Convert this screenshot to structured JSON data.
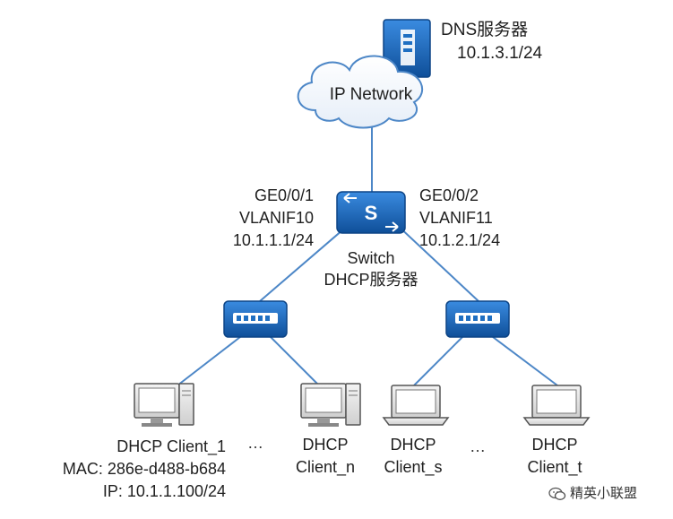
{
  "dns": {
    "title": "DNS服务器",
    "ip": "10.1.3.1/24"
  },
  "cloud": {
    "label": "IP Network"
  },
  "switch": {
    "name": "Switch",
    "role": "DHCP服务器",
    "symbol": "S"
  },
  "left_port": {
    "port": "GE0/0/1",
    "vlan": "VLANIF10",
    "ip": "10.1.1.1/24"
  },
  "right_port": {
    "port": "GE0/0/2",
    "vlan": "VLANIF11",
    "ip": "10.1.2.1/24"
  },
  "clients": {
    "c1": {
      "name": "DHCP Client_1",
      "mac": "MAC: 286e-d488-b684",
      "ip": "IP: 10.1.1.100/24"
    },
    "cn": {
      "line1": "DHCP",
      "line2": "Client_n"
    },
    "cs": {
      "line1": "DHCP",
      "line2": "Client_s"
    },
    "ct": {
      "line1": "DHCP",
      "line2": "Client_t"
    },
    "ellipsis": "…"
  },
  "watermark": "精英小联盟",
  "colors": {
    "device_blue": "#1f6fc2",
    "device_dark": "#0f4f99",
    "line": "#4d87c7"
  }
}
